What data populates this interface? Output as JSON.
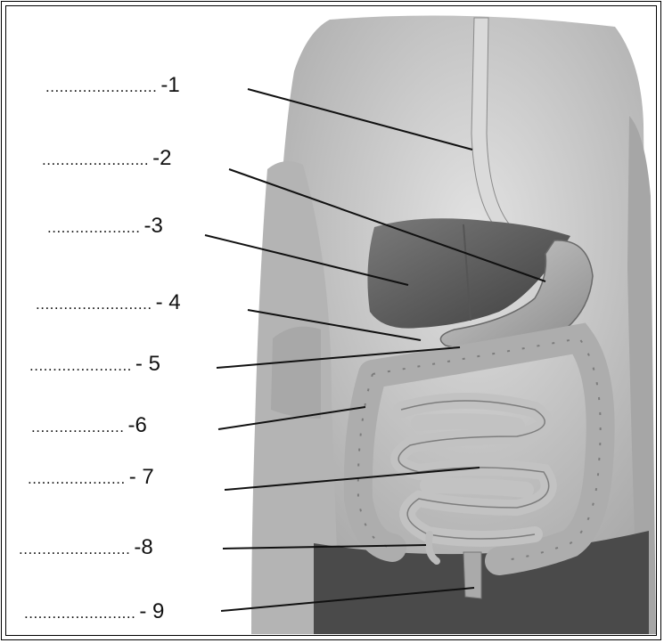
{
  "rows": [
    {
      "dots": "........................",
      "num": "-1"
    },
    {
      "dots": ".......................",
      "num": "-2"
    },
    {
      "dots": "....................",
      "num": "-3"
    },
    {
      "dots": ".........................",
      "num": "- 4"
    },
    {
      "dots": "......................",
      "num": "- 5"
    },
    {
      "dots": "....................",
      "num": "-6"
    },
    {
      "dots": ".....................",
      "num": "- 7"
    },
    {
      "dots": "........................",
      "num": "-8"
    },
    {
      "dots": "........................",
      "num": "- 9"
    }
  ]
}
